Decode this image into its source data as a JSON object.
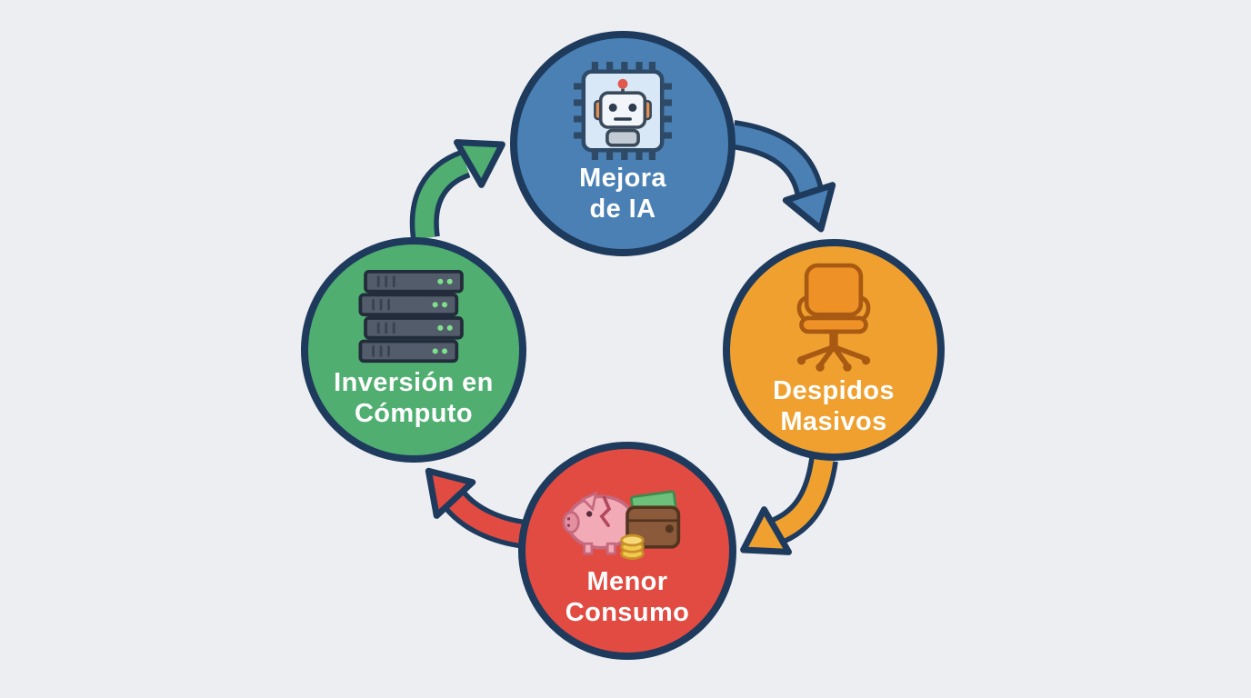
{
  "diagram": {
    "type": "cycle",
    "background": "#eceef1",
    "outline_color": "#1e3a5c",
    "nodes": [
      {
        "id": "mejora-ia",
        "position": "top",
        "color": "#4a80b4",
        "icon": "ai-chip-robot-icon",
        "label_line1": "Mejora",
        "label_line2": "de IA"
      },
      {
        "id": "despidos-masivos",
        "position": "right",
        "color": "#efa02f",
        "icon": "office-chair-icon",
        "label_line1": "Despidos",
        "label_line2": "Masivos"
      },
      {
        "id": "menor-consumo",
        "position": "bottom",
        "color": "#e14b42",
        "icon": "piggy-bank-wallet-coins-icon",
        "label_line1": "Menor",
        "label_line2": "Consumo"
      },
      {
        "id": "inversion-computo",
        "position": "left",
        "color": "#4fae70",
        "icon": "server-stack-icon",
        "label_line1": "Inversión en",
        "label_line2": "Cómputo"
      }
    ],
    "arrows": [
      {
        "from": "mejora-ia",
        "to": "despidos-masivos",
        "color": "#4a80b4"
      },
      {
        "from": "despidos-masivos",
        "to": "menor-consumo",
        "color": "#efa02f"
      },
      {
        "from": "menor-consumo",
        "to": "inversion-computo",
        "color": "#e14b42"
      },
      {
        "from": "inversion-computo",
        "to": "mejora-ia",
        "color": "#4fae70"
      }
    ]
  }
}
